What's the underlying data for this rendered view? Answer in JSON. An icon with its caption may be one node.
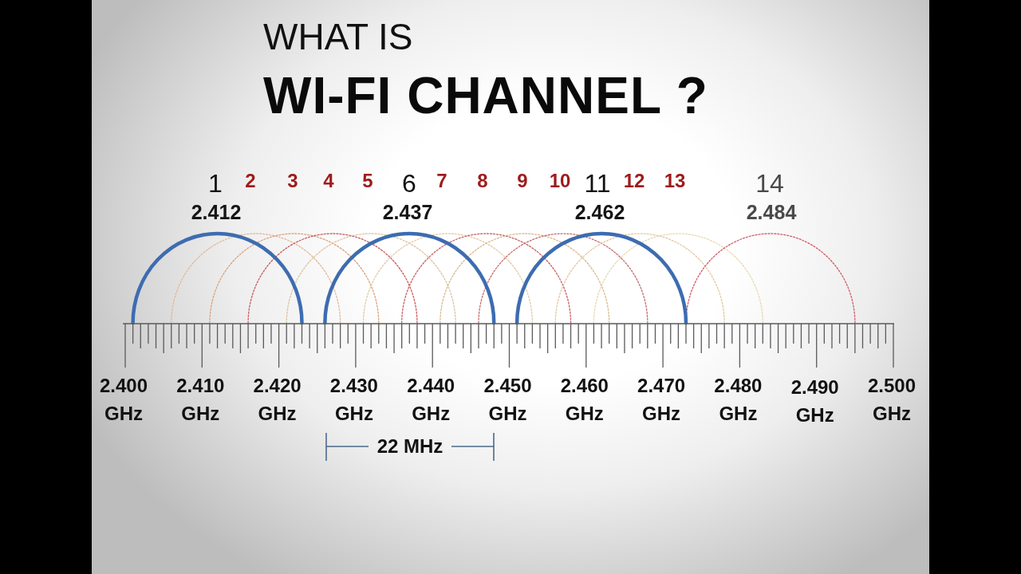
{
  "diagram": {
    "title": "WHAT IS **WI-FI CHANNEL ?**",
    "labels": [
      "1",
      "2",
      "3",
      "4",
      "5",
      "6",
      "7",
      "8",
      "9",
      "10",
      "11",
      "12",
      "13",
      "14",
      "2.412",
      "2.437",
      "2.462",
      "2.484",
      "2.400 GHz",
      "2.410 GHz",
      "2.420 GHz",
      "2.430 GHz",
      "2.440 GHz",
      "2.450 GHz",
      "2.460 GHz",
      "2.470 GHz",
      "2.480 GHz",
      "2.490 GHz",
      "2.500 GHz",
      "22 MHz"
    ]
  }
}
